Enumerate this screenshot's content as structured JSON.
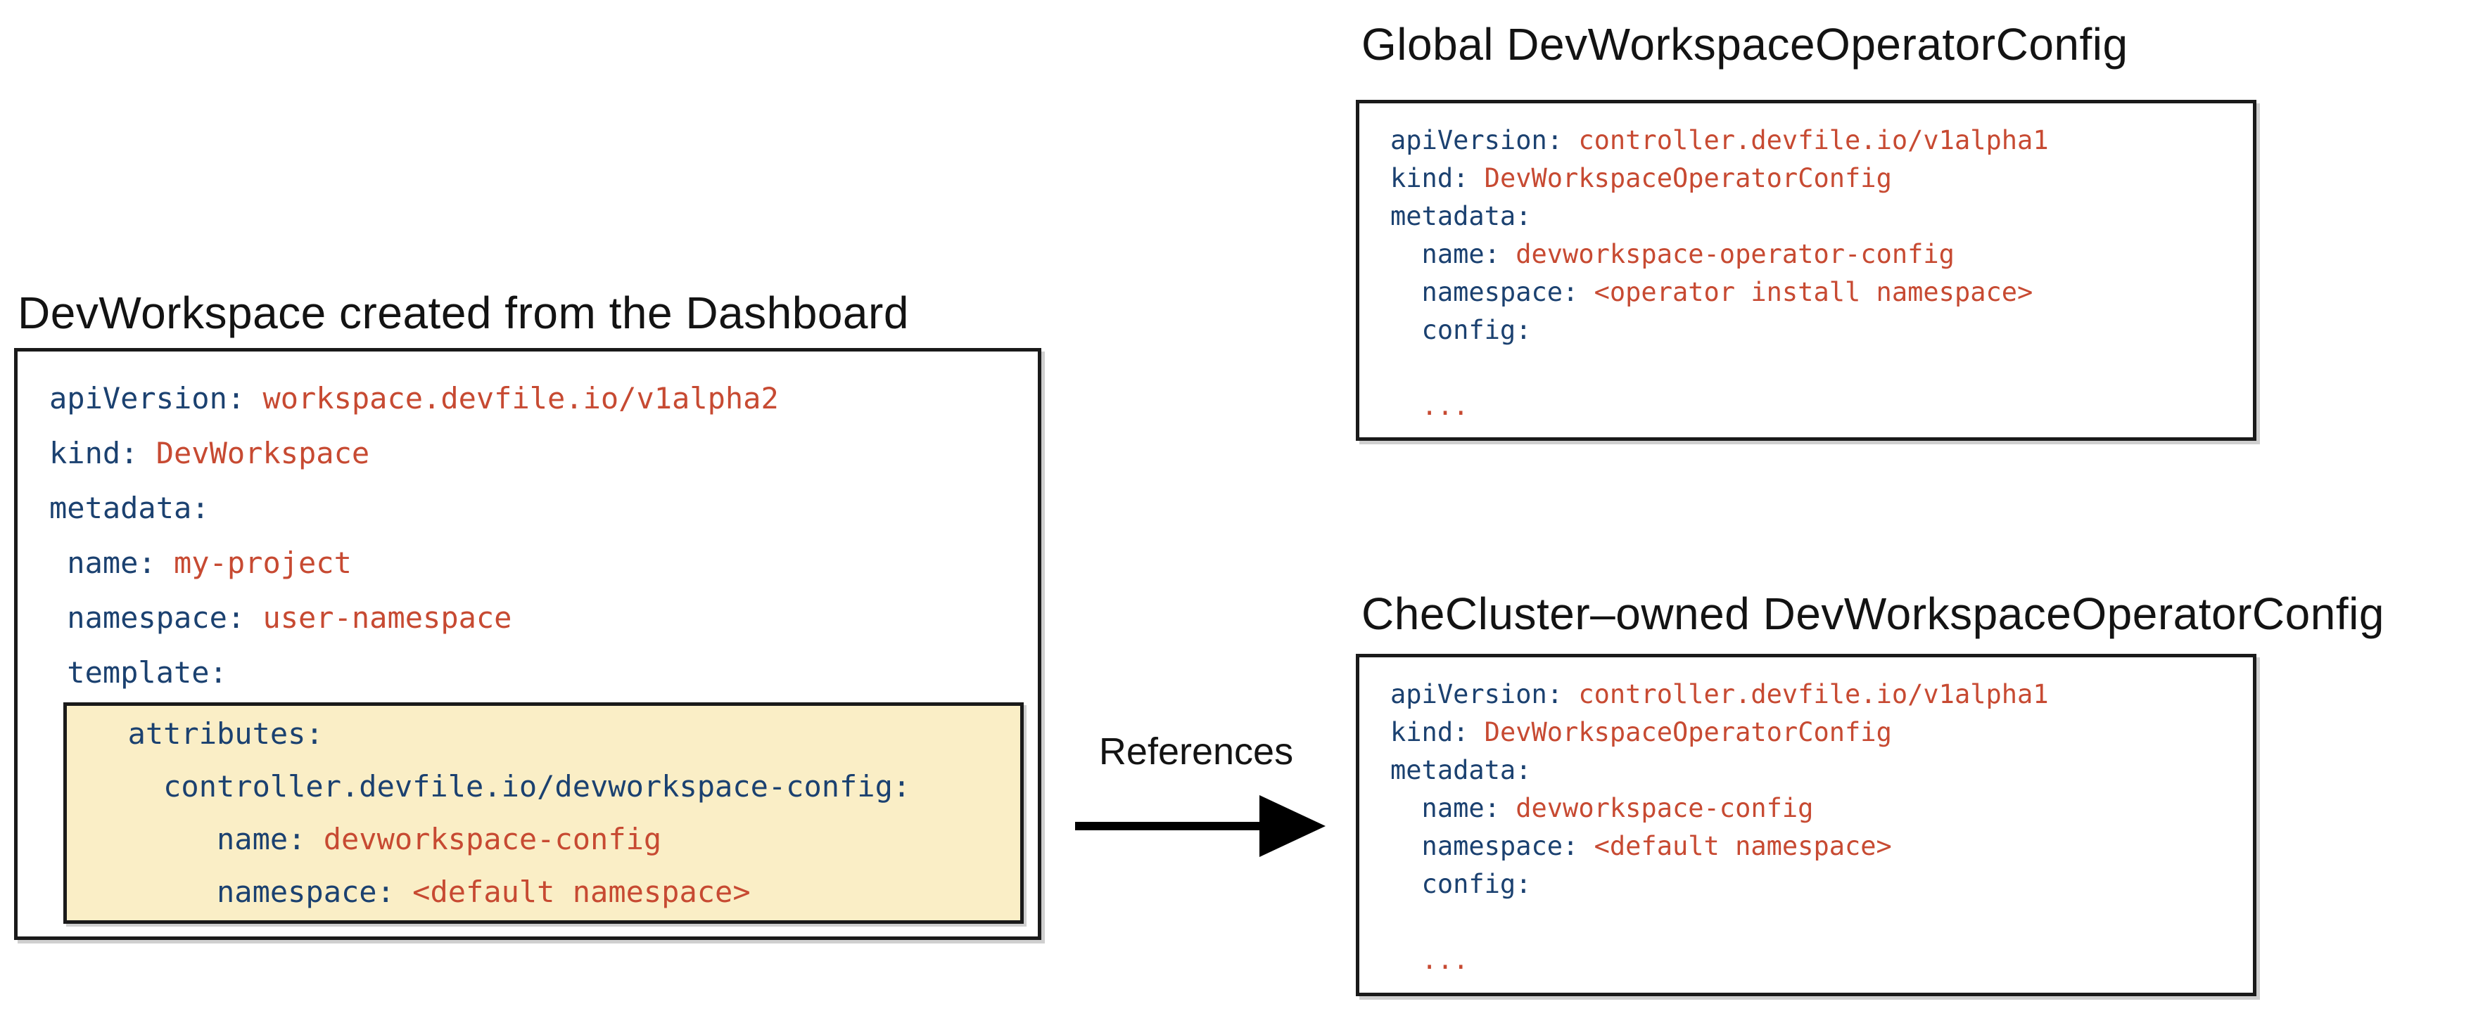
{
  "colors": {
    "key": "#1b4170",
    "value": "#c74a32",
    "highlight_bg": "#faeec6",
    "box_border": "#1a1a1a",
    "title_text": "#131313",
    "arrow": "#000000",
    "page_bg": "#ffffff"
  },
  "left_panel": {
    "title": "DevWorkspace created from the Dashboard",
    "code": [
      {
        "indent": 0,
        "key": "apiVersion:",
        "value": "workspace.devfile.io/v1alpha2"
      },
      {
        "indent": 0,
        "key": "kind:",
        "value": "DevWorkspace"
      },
      {
        "indent": 0,
        "key": "metadata:",
        "value": ""
      },
      {
        "indent": 1,
        "key": "name:",
        "value": "my-project"
      },
      {
        "indent": 1,
        "key": "namespace:",
        "value": "user-namespace"
      },
      {
        "indent": 1,
        "key": "template:",
        "value": ""
      }
    ],
    "highlight_code": [
      {
        "indent": 2,
        "key": "attributes:",
        "value": ""
      },
      {
        "indent": 4,
        "key": "controller.devfile.io/devworkspace-config:",
        "value": ""
      },
      {
        "indent": 7,
        "key": "name:",
        "value": "devworkspace-config"
      },
      {
        "indent": 7,
        "key": "namespace:",
        "value": "<default namespace>"
      }
    ]
  },
  "arrow": {
    "label": "References"
  },
  "right_top_panel": {
    "title": "Global DevWorkspaceOperatorConfig",
    "code": [
      {
        "indent": 0,
        "key": "apiVersion:",
        "value": "controller.devfile.io/v1alpha1"
      },
      {
        "indent": 0,
        "key": "kind:",
        "value": "DevWorkspaceOperatorConfig"
      },
      {
        "indent": 0,
        "key": "metadata:",
        "value": ""
      },
      {
        "indent": 2,
        "key": "name:",
        "value": "devworkspace-operator-config"
      },
      {
        "indent": 2,
        "key": "namespace:",
        "value": "<operator install namespace>"
      },
      {
        "indent": 2,
        "key": "config:",
        "value": ""
      },
      {
        "indent": 0,
        "key": "",
        "value": ""
      },
      {
        "indent": 2,
        "key": "",
        "value": "..."
      }
    ]
  },
  "right_bottom_panel": {
    "title": "CheCluster–owned DevWorkspaceOperatorConfig",
    "code": [
      {
        "indent": 0,
        "key": "apiVersion:",
        "value": "controller.devfile.io/v1alpha1"
      },
      {
        "indent": 0,
        "key": "kind:",
        "value": "DevWorkspaceOperatorConfig"
      },
      {
        "indent": 0,
        "key": "metadata:",
        "value": ""
      },
      {
        "indent": 2,
        "key": "name:",
        "value": "devworkspace-config"
      },
      {
        "indent": 2,
        "key": "namespace:",
        "value": "<default namespace>"
      },
      {
        "indent": 2,
        "key": "config:",
        "value": ""
      },
      {
        "indent": 0,
        "key": "",
        "value": ""
      },
      {
        "indent": 2,
        "key": "",
        "value": "..."
      }
    ]
  }
}
